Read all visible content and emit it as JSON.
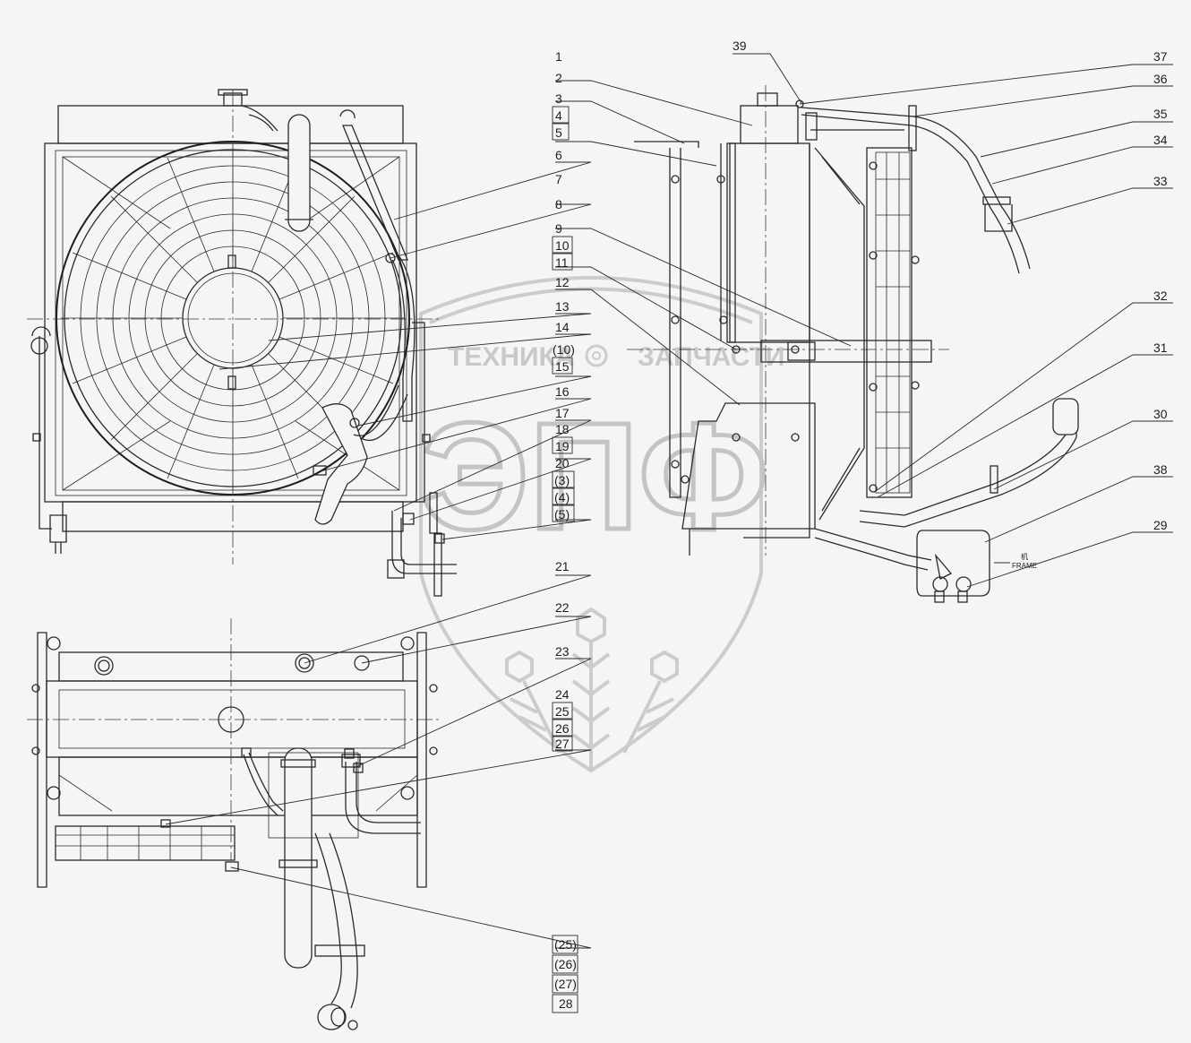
{
  "watermark": {
    "left_word": "ТЕХНИКА",
    "right_word": "ЗАПЧАСТИ",
    "emblem_text": "ЭПФ"
  },
  "frame_note": {
    "chinese": "机",
    "english": "FRAME"
  },
  "callouts_top": [
    {
      "id": "c1",
      "text": "1"
    },
    {
      "id": "c2",
      "text": "2"
    },
    {
      "id": "c3",
      "text": "3"
    },
    {
      "id": "c4",
      "text": "4"
    },
    {
      "id": "c5",
      "text": "5"
    },
    {
      "id": "c6",
      "text": "6"
    },
    {
      "id": "c7",
      "text": "7"
    },
    {
      "id": "c8",
      "text": "8"
    },
    {
      "id": "c9",
      "text": "9"
    },
    {
      "id": "c10",
      "text": "10"
    },
    {
      "id": "c11",
      "text": "11"
    },
    {
      "id": "c12",
      "text": "12"
    },
    {
      "id": "c13",
      "text": "13"
    },
    {
      "id": "c14",
      "text": "14"
    },
    {
      "id": "c10b",
      "text": "(10)"
    },
    {
      "id": "c15",
      "text": "15"
    },
    {
      "id": "c16",
      "text": "16"
    },
    {
      "id": "c17",
      "text": "17"
    },
    {
      "id": "c18",
      "text": "18"
    },
    {
      "id": "c19",
      "text": "19"
    },
    {
      "id": "c20",
      "text": "20"
    },
    {
      "id": "c3b",
      "text": "(3)"
    },
    {
      "id": "c4b",
      "text": "(4)"
    },
    {
      "id": "c5b",
      "text": "(5)"
    },
    {
      "id": "c21",
      "text": "21"
    },
    {
      "id": "c22",
      "text": "22"
    },
    {
      "id": "c23",
      "text": "23"
    },
    {
      "id": "c24",
      "text": "24"
    },
    {
      "id": "c25",
      "text": "25"
    },
    {
      "id": "c26",
      "text": "26"
    },
    {
      "id": "c27",
      "text": "27"
    },
    {
      "id": "c25b",
      "text": "(25)"
    },
    {
      "id": "c26b",
      "text": "(26)"
    },
    {
      "id": "c27b",
      "text": "(27)"
    },
    {
      "id": "c28",
      "text": "28"
    }
  ],
  "callouts_right": [
    {
      "id": "c39",
      "text": "39"
    },
    {
      "id": "c37",
      "text": "37"
    },
    {
      "id": "c36",
      "text": "36"
    },
    {
      "id": "c35",
      "text": "35"
    },
    {
      "id": "c34",
      "text": "34"
    },
    {
      "id": "c33",
      "text": "33"
    },
    {
      "id": "c32",
      "text": "32"
    },
    {
      "id": "c31",
      "text": "31"
    },
    {
      "id": "c30",
      "text": "30"
    },
    {
      "id": "c38",
      "text": "38"
    },
    {
      "id": "c29",
      "text": "29"
    }
  ]
}
